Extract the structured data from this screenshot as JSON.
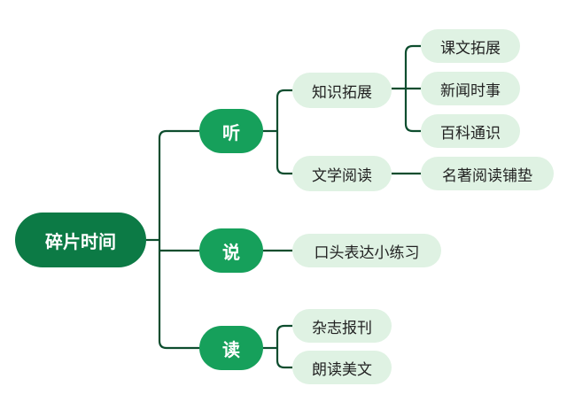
{
  "root": {
    "label": "碎片时间"
  },
  "branches": [
    {
      "label": "听",
      "children": [
        {
          "label": "知识拓展",
          "children": [
            "课文拓展",
            "新闻时事",
            "百科通识"
          ]
        },
        {
          "label": "文学阅读",
          "children": [
            "名著阅读铺垫"
          ]
        }
      ]
    },
    {
      "label": "说",
      "children": [
        {
          "label": "口头表达小练习"
        }
      ]
    },
    {
      "label": "读",
      "children": [
        {
          "label": "杂志报刊"
        },
        {
          "label": "朗读美文"
        }
      ]
    }
  ],
  "colors": {
    "root": "#0c7a45",
    "branch": "#16a05b",
    "leaf": "#dff2e3",
    "line": "#0d4d2e"
  }
}
